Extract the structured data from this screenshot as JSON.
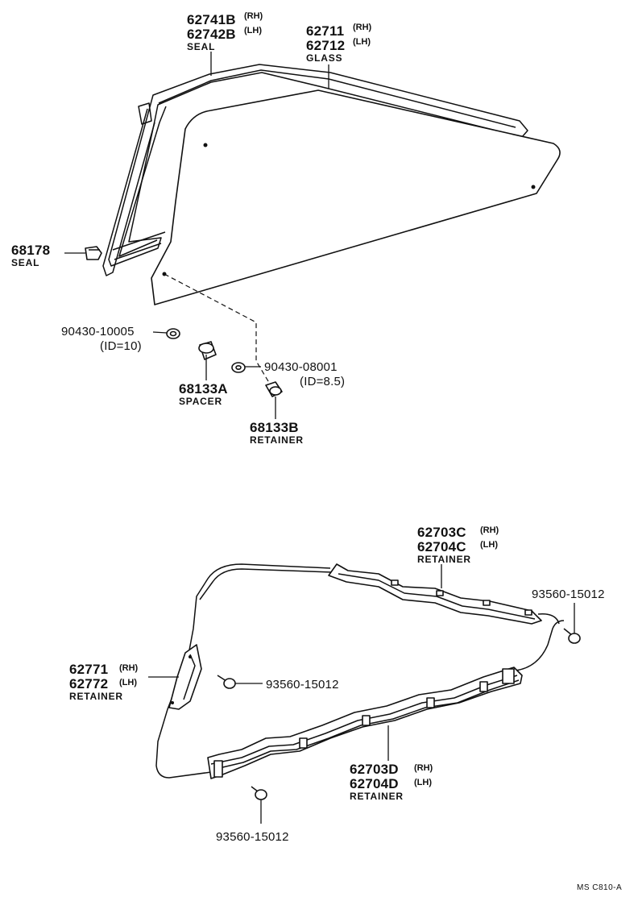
{
  "callouts": {
    "seal_upper": {
      "rh": "62741B",
      "rh_side": "(RH)",
      "lh": "62742B",
      "lh_side": "(LH)",
      "desc": "SEAL"
    },
    "glass": {
      "rh": "62711",
      "rh_side": "(RH)",
      "lh": "62712",
      "lh_side": "(LH)",
      "desc": "GLASS"
    },
    "seal_small": {
      "pn": "68178",
      "desc": "SEAL"
    },
    "nut_10": {
      "pn": "90430-10005",
      "note": "(ID=10)"
    },
    "spacer": {
      "pn": "68133A",
      "desc": "SPACER"
    },
    "nut_85": {
      "pn": "90430-08001",
      "note": "(ID=8.5)"
    },
    "retainer_b": {
      "pn": "68133B",
      "desc": "RETAINER"
    },
    "retainer_upper": {
      "rh": "62703C",
      "rh_side": "(RH)",
      "lh": "62704C",
      "lh_side": "(LH)",
      "desc": "RETAINER"
    },
    "screw_right": {
      "pn": "93560-15012"
    },
    "retainer_side": {
      "rh": "62771",
      "rh_side": "(RH)",
      "lh": "62772",
      "lh_side": "(LH)",
      "desc": "RETAINER"
    },
    "screw_middle": {
      "pn": "93560-15012"
    },
    "retainer_lower": {
      "rh": "62703D",
      "rh_side": "(RH)",
      "lh": "62704D",
      "lh_side": "(LH)",
      "desc": "RETAINER"
    },
    "screw_bottom": {
      "pn": "93560-15012"
    }
  },
  "figure_code": "MS  C810-A"
}
